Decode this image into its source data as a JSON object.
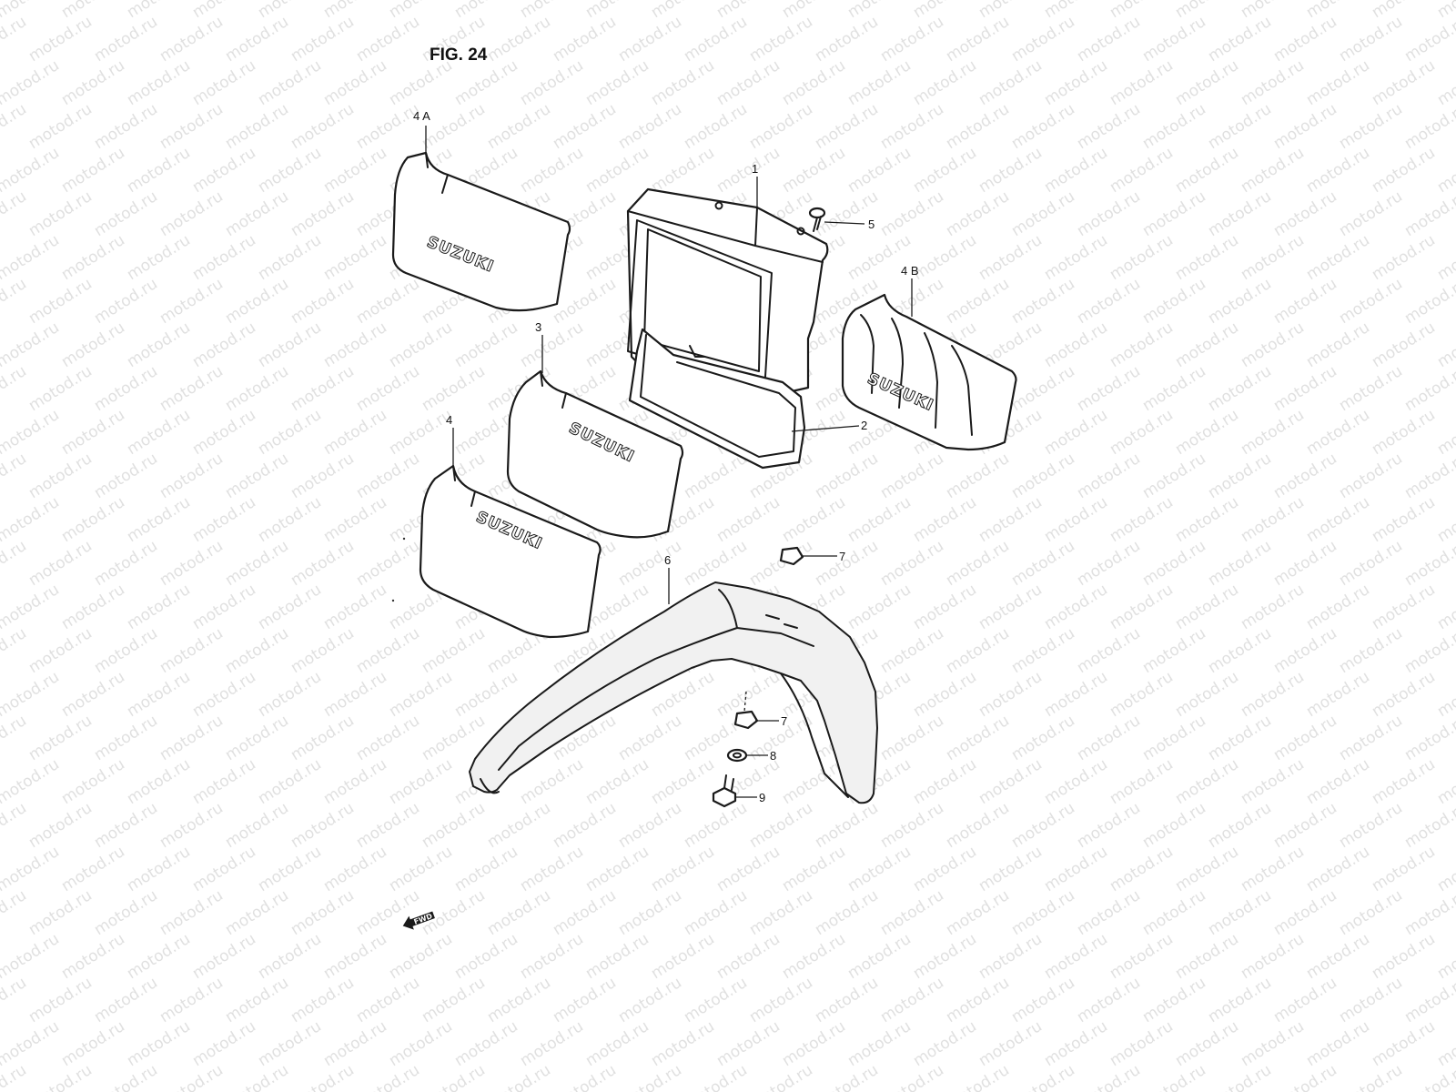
{
  "figure": {
    "title": "FIG. 24"
  },
  "watermark": {
    "text": "motod.ru"
  },
  "logo_text": "SUZUKI",
  "fwd_label": "FWD",
  "callouts": {
    "c1": "1",
    "c2": "2",
    "c3": "3",
    "c4": "4",
    "c4a": "4 A",
    "c4b": "4 B",
    "c5": "5",
    "c6": "6",
    "c7a": "7",
    "c7b": "7",
    "c8": "8",
    "c9": "9"
  }
}
